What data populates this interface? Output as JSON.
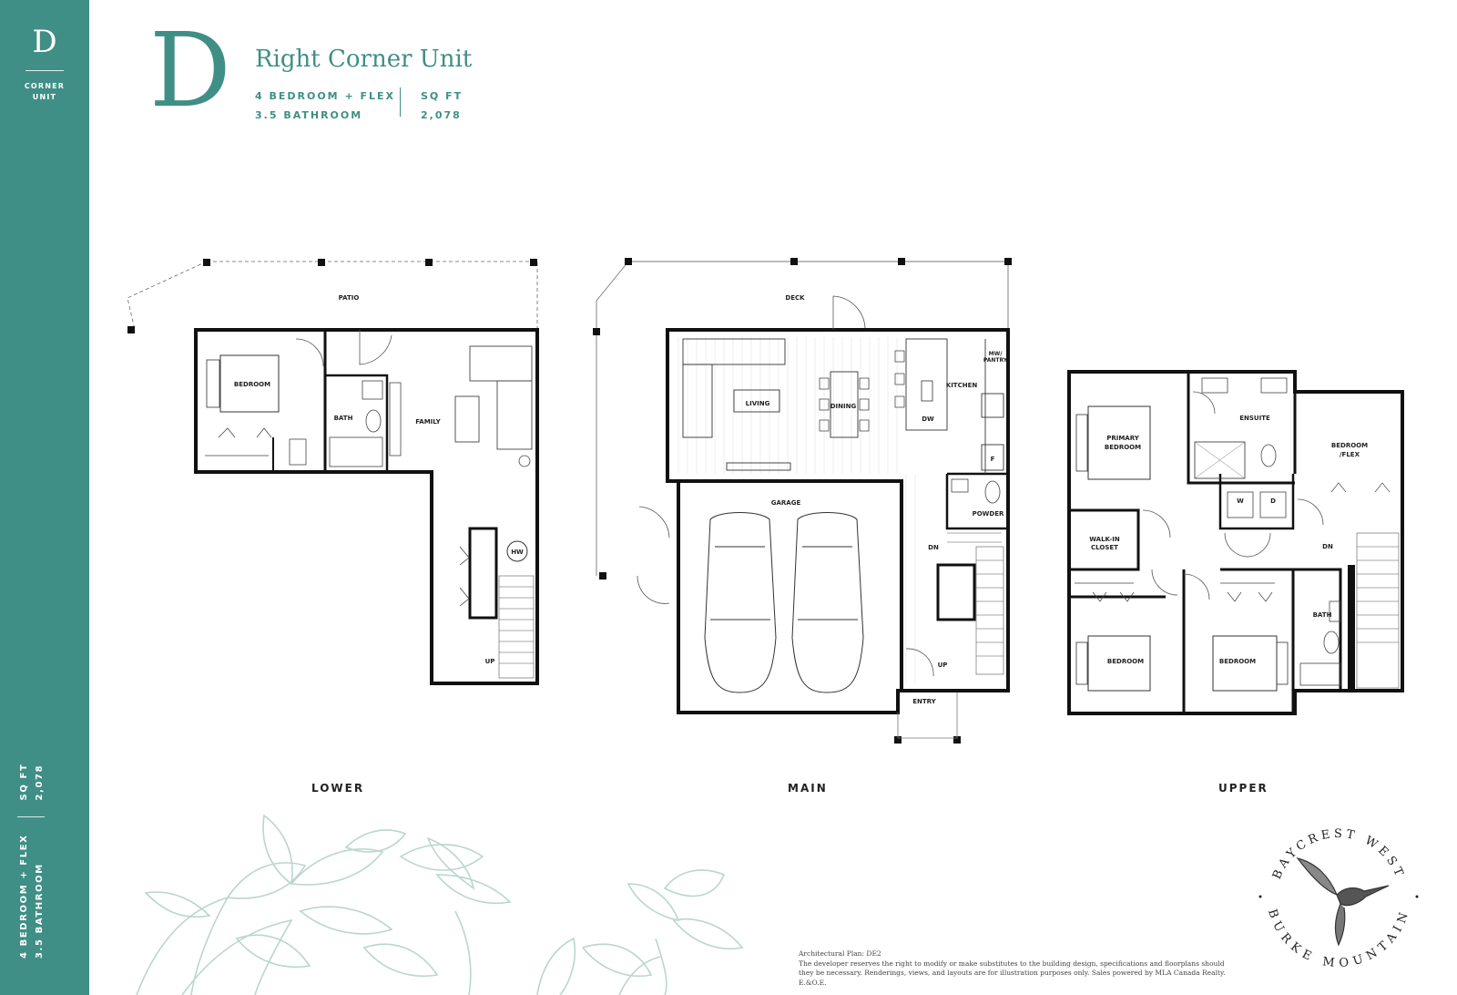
{
  "sidebar": {
    "letter": "D",
    "sub_line1": "CORNER",
    "sub_line2": "UNIT",
    "vertical_beds": "4 BEDROOM + FLEX",
    "vertical_baths": "3.5 BATHROOM",
    "vertical_sqft_label": "SQ FT",
    "vertical_sqft_value": "2,078"
  },
  "header": {
    "letter": "D",
    "title": "Right Corner Unit",
    "beds": "4 BEDROOM + FLEX",
    "baths": "3.5 BATHROOM",
    "sqft_label": "SQ FT",
    "sqft_value": "2,078"
  },
  "rooms": {
    "patio": "PATIO",
    "lower_bedroom": "BEDROOM",
    "lower_bath": "BATH",
    "family": "FAMILY",
    "hw": "HW",
    "lower_up": "UP",
    "deck": "DECK",
    "living": "LIVING",
    "dining": "DINING",
    "kitchen": "KITCHEN",
    "mw_pantry_1": "MW/",
    "mw_pantry_2": "PANTRY",
    "dw": "DW",
    "fridge": "F",
    "powder": "POWDER",
    "garage": "GARAGE",
    "main_dn": "DN",
    "main_up": "UP",
    "entry": "ENTRY",
    "primary_1": "PRIMARY",
    "primary_2": "BEDROOM",
    "ensuite": "ENSUITE",
    "flex_1": "BEDROOM",
    "flex_2": "/FLEX",
    "washer": "W",
    "dryer": "D",
    "walkin_1": "WALK-IN",
    "walkin_2": "CLOSET",
    "upper_dn": "DN",
    "upper_bath": "BATH",
    "upper_bed_1": "BEDROOM",
    "upper_bed_2": "BEDROOM"
  },
  "levels": {
    "lower": "LOWER",
    "main": "MAIN",
    "upper": "UPPER"
  },
  "footer": {
    "plan_ref": "Architectural Plan: DE2",
    "disclaimer_1": "The developer reserves the right to modify or make substitutes to the building design, specifications and floorplans should",
    "disclaimer_2": "they be necessary. Renderings, views, and layouts are for illustration purposes only. Sales powered by MLA Canada Realty. E.&O.E."
  },
  "logo": {
    "top_text": "BAYCREST WEST",
    "bottom_text": "BURKE MOUNTAIN"
  },
  "colors": {
    "brand_teal": "#3f8f86",
    "floral": "#b9d6cf"
  }
}
